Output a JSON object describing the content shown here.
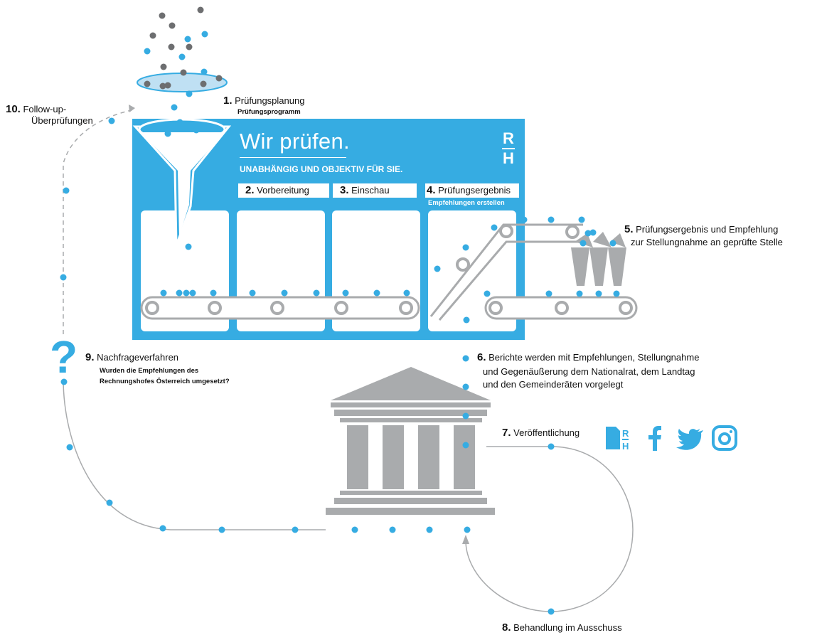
{
  "panel": {
    "title": "Wir prüfen.",
    "tagline": "UNABHÄNGIG UND OBJEKTIV FÜR SIE.",
    "logo_top": "R",
    "logo_bottom": "H"
  },
  "steps": {
    "s1": {
      "num": "1.",
      "title": "Prüfungsplanung",
      "sub": "Prüfungsprogramm"
    },
    "s2": {
      "num": "2.",
      "title": "Vorbereitung"
    },
    "s3": {
      "num": "3.",
      "title": "Einschau"
    },
    "s4": {
      "num": "4.",
      "title": "Prüfungsergebnis",
      "sub": "Empfehlungen erstellen"
    },
    "s5": {
      "num": "5.",
      "line1": "Prüfungsergebnis und Empfehlung",
      "line2": "zur Stellungnahme an geprüfte Stelle"
    },
    "s6": {
      "num": "6.",
      "line1": "Berichte werden mit Empfehlungen, Stellungnahme",
      "line2": "und Gegenäußerung dem Nationalrat, dem Landtag",
      "line3": "und den Gemeinderäten vorgelegt"
    },
    "s7": {
      "num": "7.",
      "title": "Veröffentlichung"
    },
    "s8": {
      "num": "8.",
      "title": "Behandlung im Ausschuss"
    },
    "s9": {
      "num": "9.",
      "title": "Nachfrageverfahren",
      "sub1": "Wurden die Empfehlungen des",
      "sub2": "Rechnungshofes Österreich umgesetzt?"
    },
    "s10": {
      "num": "10.",
      "line1": "Follow-up-",
      "line2": "Überprüfungen"
    }
  },
  "question_mark": "?",
  "social_icons": [
    "rh-document-icon",
    "facebook-icon",
    "twitter-icon",
    "instagram-icon"
  ],
  "colors": {
    "accent": "#36ace2",
    "gray": "#a9abad",
    "dark_dot": "#6d6e70"
  }
}
